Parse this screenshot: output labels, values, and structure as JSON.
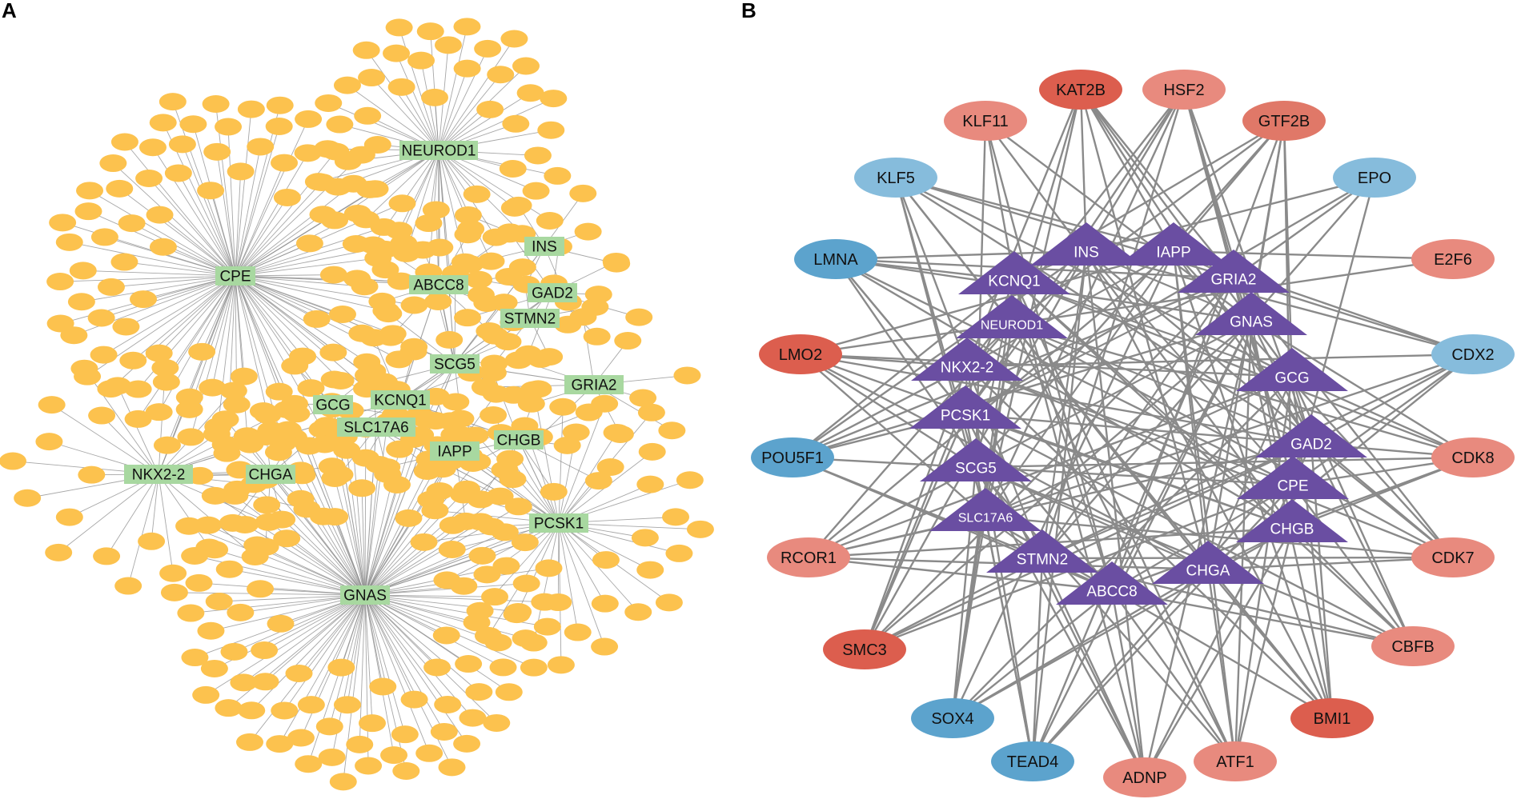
{
  "panels": [
    {
      "letter": "A",
      "hub_nodes": [
        {
          "id": "NEUROD1",
          "label": "NEUROD1",
          "targets": 52
        },
        {
          "id": "CPE",
          "label": "CPE",
          "targets": 95
        },
        {
          "id": "INS",
          "label": "INS",
          "targets": 8
        },
        {
          "id": "ABCC8",
          "label": "ABCC8",
          "targets": 12
        },
        {
          "id": "GAD2",
          "label": "GAD2",
          "targets": 10
        },
        {
          "id": "STMN2",
          "label": "STMN2",
          "targets": 8
        },
        {
          "id": "SCG5",
          "label": "SCG5",
          "targets": 12
        },
        {
          "id": "GRIA2",
          "label": "GRIA2",
          "targets": 10
        },
        {
          "id": "GCG",
          "label": "GCG",
          "targets": 6
        },
        {
          "id": "KCNQ1",
          "label": "KCNQ1",
          "targets": 10
        },
        {
          "id": "SLC17A6",
          "label": "SLC17A6",
          "targets": 8
        },
        {
          "id": "CHGB",
          "label": "CHGB",
          "targets": 10
        },
        {
          "id": "IAPP",
          "label": "IAPP",
          "targets": 8
        },
        {
          "id": "NKX2-2",
          "label": "NKX2-2",
          "targets": 26
        },
        {
          "id": "CHGA",
          "label": "CHGA",
          "targets": 12
        },
        {
          "id": "PCSK1",
          "label": "PCSK1",
          "targets": 40
        },
        {
          "id": "GNAS",
          "label": "GNAS",
          "targets": 110
        }
      ],
      "colors": {
        "hub": "#a8d8a0",
        "target": "#fcc24e",
        "edge": "#8a8a8a"
      }
    },
    {
      "letter": "B",
      "gene_nodes": [
        {
          "id": "INS",
          "label": "INS"
        },
        {
          "id": "IAPP",
          "label": "IAPP"
        },
        {
          "id": "KCNQ1",
          "label": "KCNQ1"
        },
        {
          "id": "GRIA2",
          "label": "GRIA2"
        },
        {
          "id": "NEUROD1",
          "label": "NEUROD1"
        },
        {
          "id": "GNAS",
          "label": "GNAS"
        },
        {
          "id": "NKX2-2",
          "label": "NKX2-2"
        },
        {
          "id": "GCG",
          "label": "GCG"
        },
        {
          "id": "PCSK1",
          "label": "PCSK1"
        },
        {
          "id": "GAD2",
          "label": "GAD2"
        },
        {
          "id": "SCG5",
          "label": "SCG5"
        },
        {
          "id": "CPE",
          "label": "CPE"
        },
        {
          "id": "SLC17A6",
          "label": "SLC17A6"
        },
        {
          "id": "CHGB",
          "label": "CHGB"
        },
        {
          "id": "STMN2",
          "label": "STMN2"
        },
        {
          "id": "CHGA",
          "label": "CHGA"
        },
        {
          "id": "ABCC8",
          "label": "ABCC8"
        }
      ],
      "tf_nodes": [
        {
          "id": "KAT2B",
          "label": "KAT2B",
          "color": "#dc5e4e"
        },
        {
          "id": "HSF2",
          "label": "HSF2",
          "color": "#e88a7e"
        },
        {
          "id": "KLF11",
          "label": "KLF11",
          "color": "#e88a7e"
        },
        {
          "id": "GTF2B",
          "label": "GTF2B",
          "color": "#e07868"
        },
        {
          "id": "KLF5",
          "label": "KLF5",
          "color": "#86bcdc"
        },
        {
          "id": "EPO",
          "label": "EPO",
          "color": "#86bcdc"
        },
        {
          "id": "LMNA",
          "label": "LMNA",
          "color": "#5ca3cd"
        },
        {
          "id": "E2F6",
          "label": "E2F6",
          "color": "#e88a7e"
        },
        {
          "id": "LMO2",
          "label": "LMO2",
          "color": "#dc5e4e"
        },
        {
          "id": "CDX2",
          "label": "CDX2",
          "color": "#86bcdc"
        },
        {
          "id": "POU5F1",
          "label": "POU5F1",
          "color": "#5ca3cd"
        },
        {
          "id": "CDK8",
          "label": "CDK8",
          "color": "#e88a7e"
        },
        {
          "id": "RCOR1",
          "label": "RCOR1",
          "color": "#e88a7e"
        },
        {
          "id": "CDK7",
          "label": "CDK7",
          "color": "#e88a7e"
        },
        {
          "id": "SMC3",
          "label": "SMC3",
          "color": "#dc5e4e"
        },
        {
          "id": "CBFB",
          "label": "CBFB",
          "color": "#e88a7e"
        },
        {
          "id": "SOX4",
          "label": "SOX4",
          "color": "#5ca3cd"
        },
        {
          "id": "BMI1",
          "label": "BMI1",
          "color": "#dc5e4e"
        },
        {
          "id": "TEAD4",
          "label": "TEAD4",
          "color": "#5ca3cd"
        },
        {
          "id": "ADNP",
          "label": "ADNP",
          "color": "#e88a7e"
        },
        {
          "id": "ATF1",
          "label": "ATF1",
          "color": "#e88a7e"
        }
      ],
      "colors": {
        "gene": "#6a4ea2",
        "edge": "#8a8a8a"
      }
    }
  ]
}
